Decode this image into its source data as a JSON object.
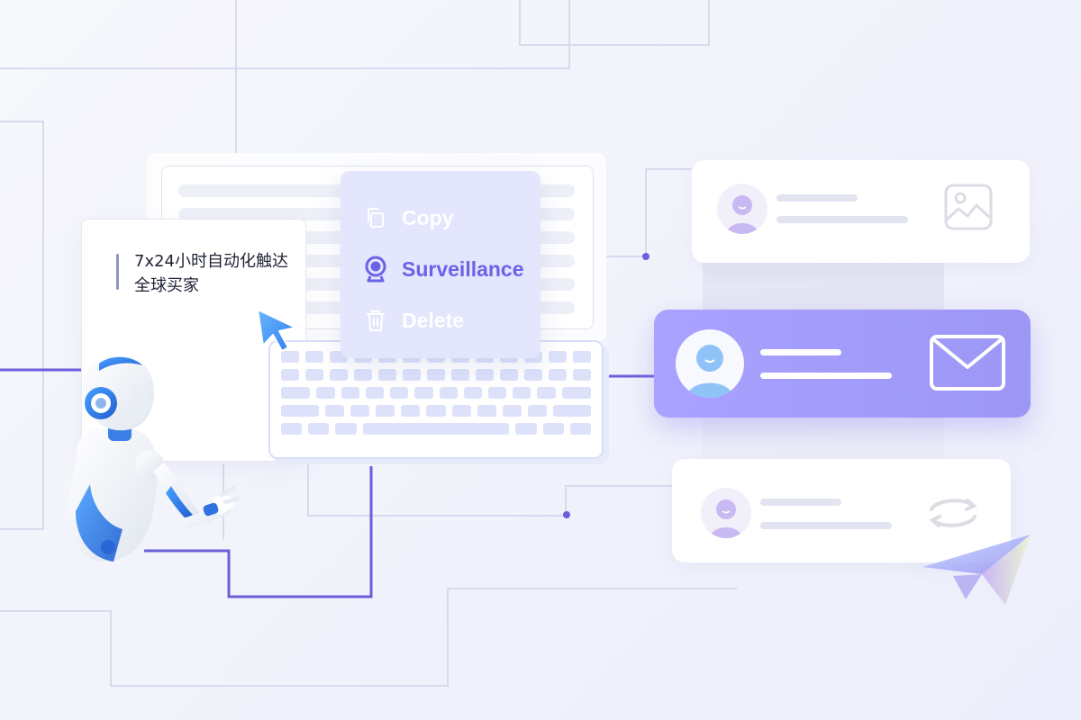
{
  "text_card": {
    "line1": "7x24小时自动化触达",
    "line2": "全球买家"
  },
  "context_menu": {
    "items": [
      {
        "label": "Copy",
        "icon": "copy-icon",
        "active": false
      },
      {
        "label": "Surveillance",
        "icon": "webcam-icon",
        "active": true
      },
      {
        "label": "Delete",
        "icon": "trash-icon",
        "active": false
      }
    ]
  },
  "contact_cards": [
    {
      "action_icon": "image-icon",
      "highlighted": false
    },
    {
      "action_icon": "mail-icon",
      "highlighted": true
    },
    {
      "action_icon": "sync-icon",
      "highlighted": false
    }
  ],
  "colors": {
    "accent": "#6b62e8",
    "highlight_card": "#a9a2ff",
    "circuit_active": "#6b5fdc",
    "circuit_idle": "#d6d8ee",
    "key": "#dde2fa"
  },
  "decorations": [
    "robot-illustration",
    "mouse-cursor-icon",
    "paper-plane-icon",
    "keyboard-illustration"
  ]
}
